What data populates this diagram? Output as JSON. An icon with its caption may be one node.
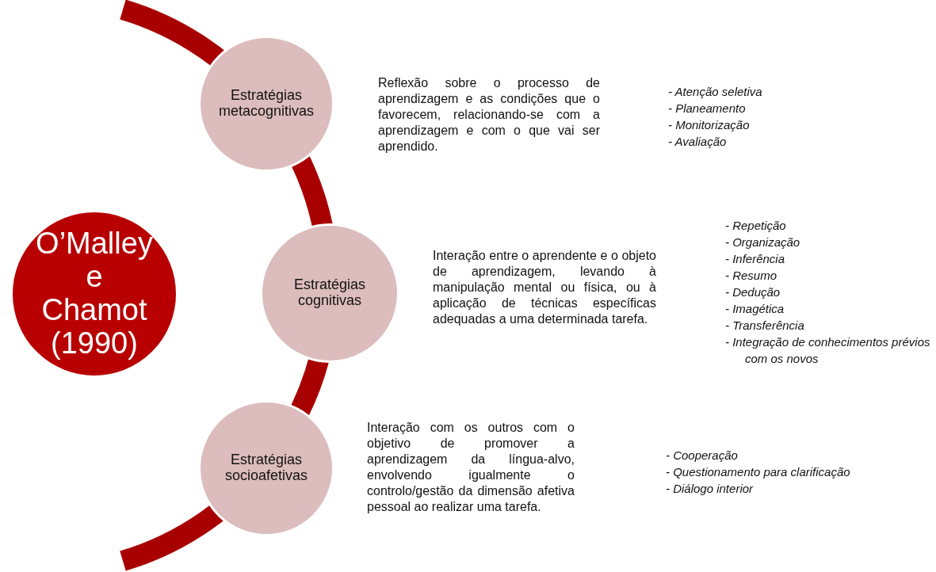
{
  "diagram": {
    "nodes": [
      {
        "text": [
          "O’Malley e Chamot (1990)"
        ]
      },
      {
        "text": [
          "Estratégias metacognitivas"
        ],
        "beside": [
          "Reflexão sobre o processo de aprendizagem e as condições que o favorecem, relacionando-se com a aprendizagem e com o que vai ser aprendido.",
          "- Atenção seletiva",
          "- Planeamento",
          "- Monitorização",
          "- Avaliação"
        ]
      },
      {
        "text": [
          "Estratégias cognitivas"
        ],
        "beside": [
          "Interação entre o aprendente e o objeto de aprendizagem, levando à manipulação mental ou física, ou à aplicação de técnicas específicas adequadas a uma determinada tarefa.",
          "- Repetição",
          "- Organização",
          "- Inferência",
          "- Resumo",
          "- Dedução",
          "- Imagética",
          "- Transferência",
          "- Integração de conhecimentos prévios com os novos"
        ]
      },
      {
        "text": [
          "Estratégias socioafetivas"
        ],
        "beside": [
          "Interação com os outros com o objetivo de promover a aprendizagem da língua-alvo, envolvendo igualmente o controlo/gestão da dimensão afetiva pessoal ao realizar uma tarefa.",
          "- Cooperação",
          "- Questionamento para clarificação",
          "- Diálogo interior"
        ]
      }
    ],
    "edges": []
  }
}
